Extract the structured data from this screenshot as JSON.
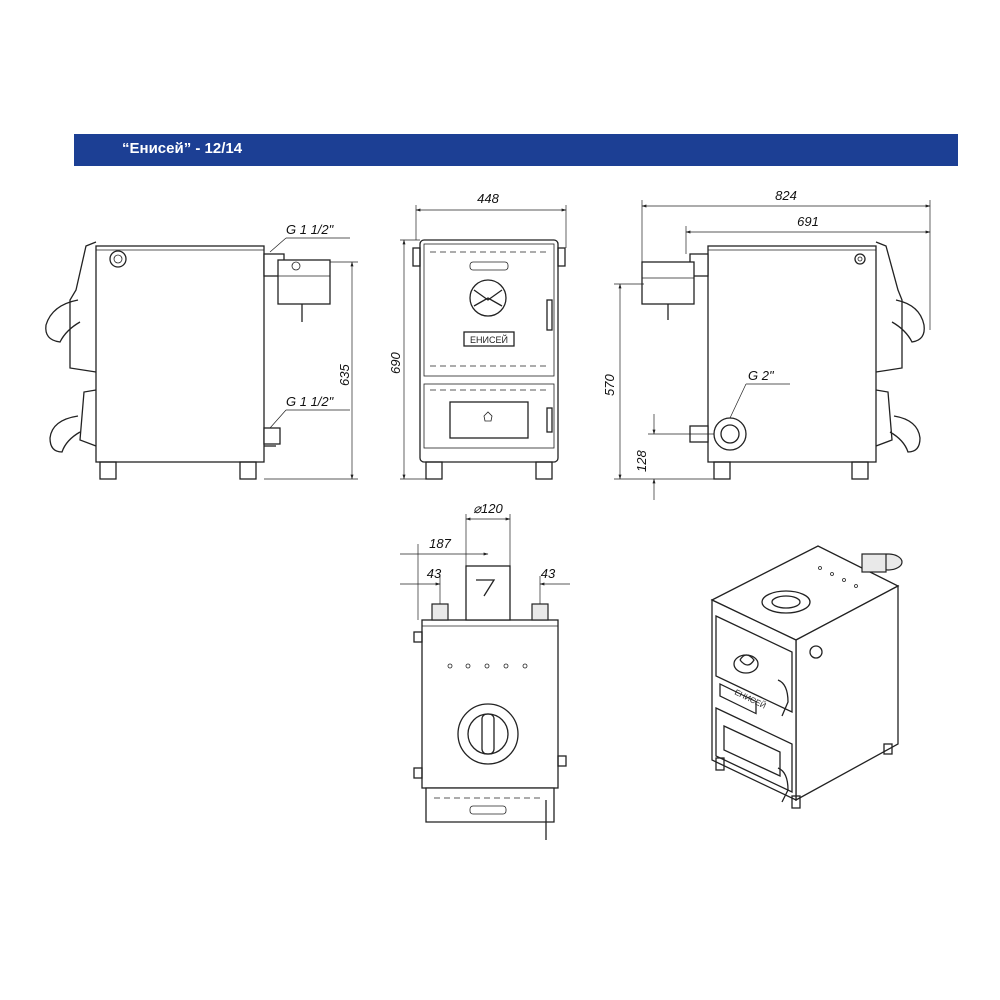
{
  "title": "“Енисей” - 12/14",
  "brand_plate": "ЕНИСЕЙ",
  "colors": {
    "title_bar": "#1c3f94",
    "title_text": "#ffffff",
    "line": "#222222"
  },
  "dimensions": {
    "width_front": "448",
    "height_total": "690",
    "height_side": "635",
    "depth_total": "824",
    "depth_body": "691",
    "height_outlet": "570",
    "height_inlet": "128",
    "flue_diameter": "⌀120",
    "flue_offset": "187",
    "pipe_left_offset": "43",
    "pipe_right_offset": "43"
  },
  "threads": {
    "top_connection": "G 1 1/2\"",
    "bottom_connection": "G 1 1/2\"",
    "side_connection": "G 2\""
  }
}
